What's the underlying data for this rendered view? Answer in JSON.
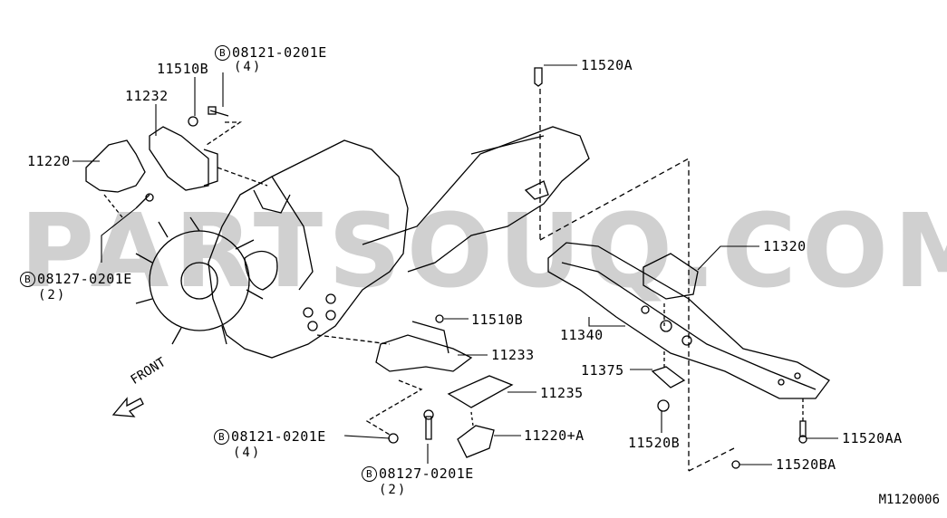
{
  "watermark": "PARTSOUQ.COM",
  "diagram_code": "M1120006",
  "front_label": "FRONT",
  "bolt_symbol": "B",
  "callouts": {
    "bolt_top": {
      "part": "08121-0201E",
      "qty": "(4)"
    },
    "nut_top": "11510B",
    "bracket_top": "11232",
    "mount_top": "11220",
    "bolt_left": {
      "part": "08127-0201E",
      "qty": "(2)"
    },
    "bolt_trans": "11520A",
    "trans_mount": "11320",
    "crossmember": "11340",
    "nut_lower": "11510B",
    "bracket_lower": "11233",
    "plate_lower": "11235",
    "mount_lower": "11220+A",
    "bolt_lower": {
      "part": "08121-0201E",
      "qty": "(4)"
    },
    "bolt_lower2": {
      "part": "08127-0201E",
      "qty": "(2)"
    },
    "spacer": "11375",
    "nut_cross": "11520B",
    "bolt_cross": "11520AA",
    "nut_cross2": "11520BA"
  }
}
